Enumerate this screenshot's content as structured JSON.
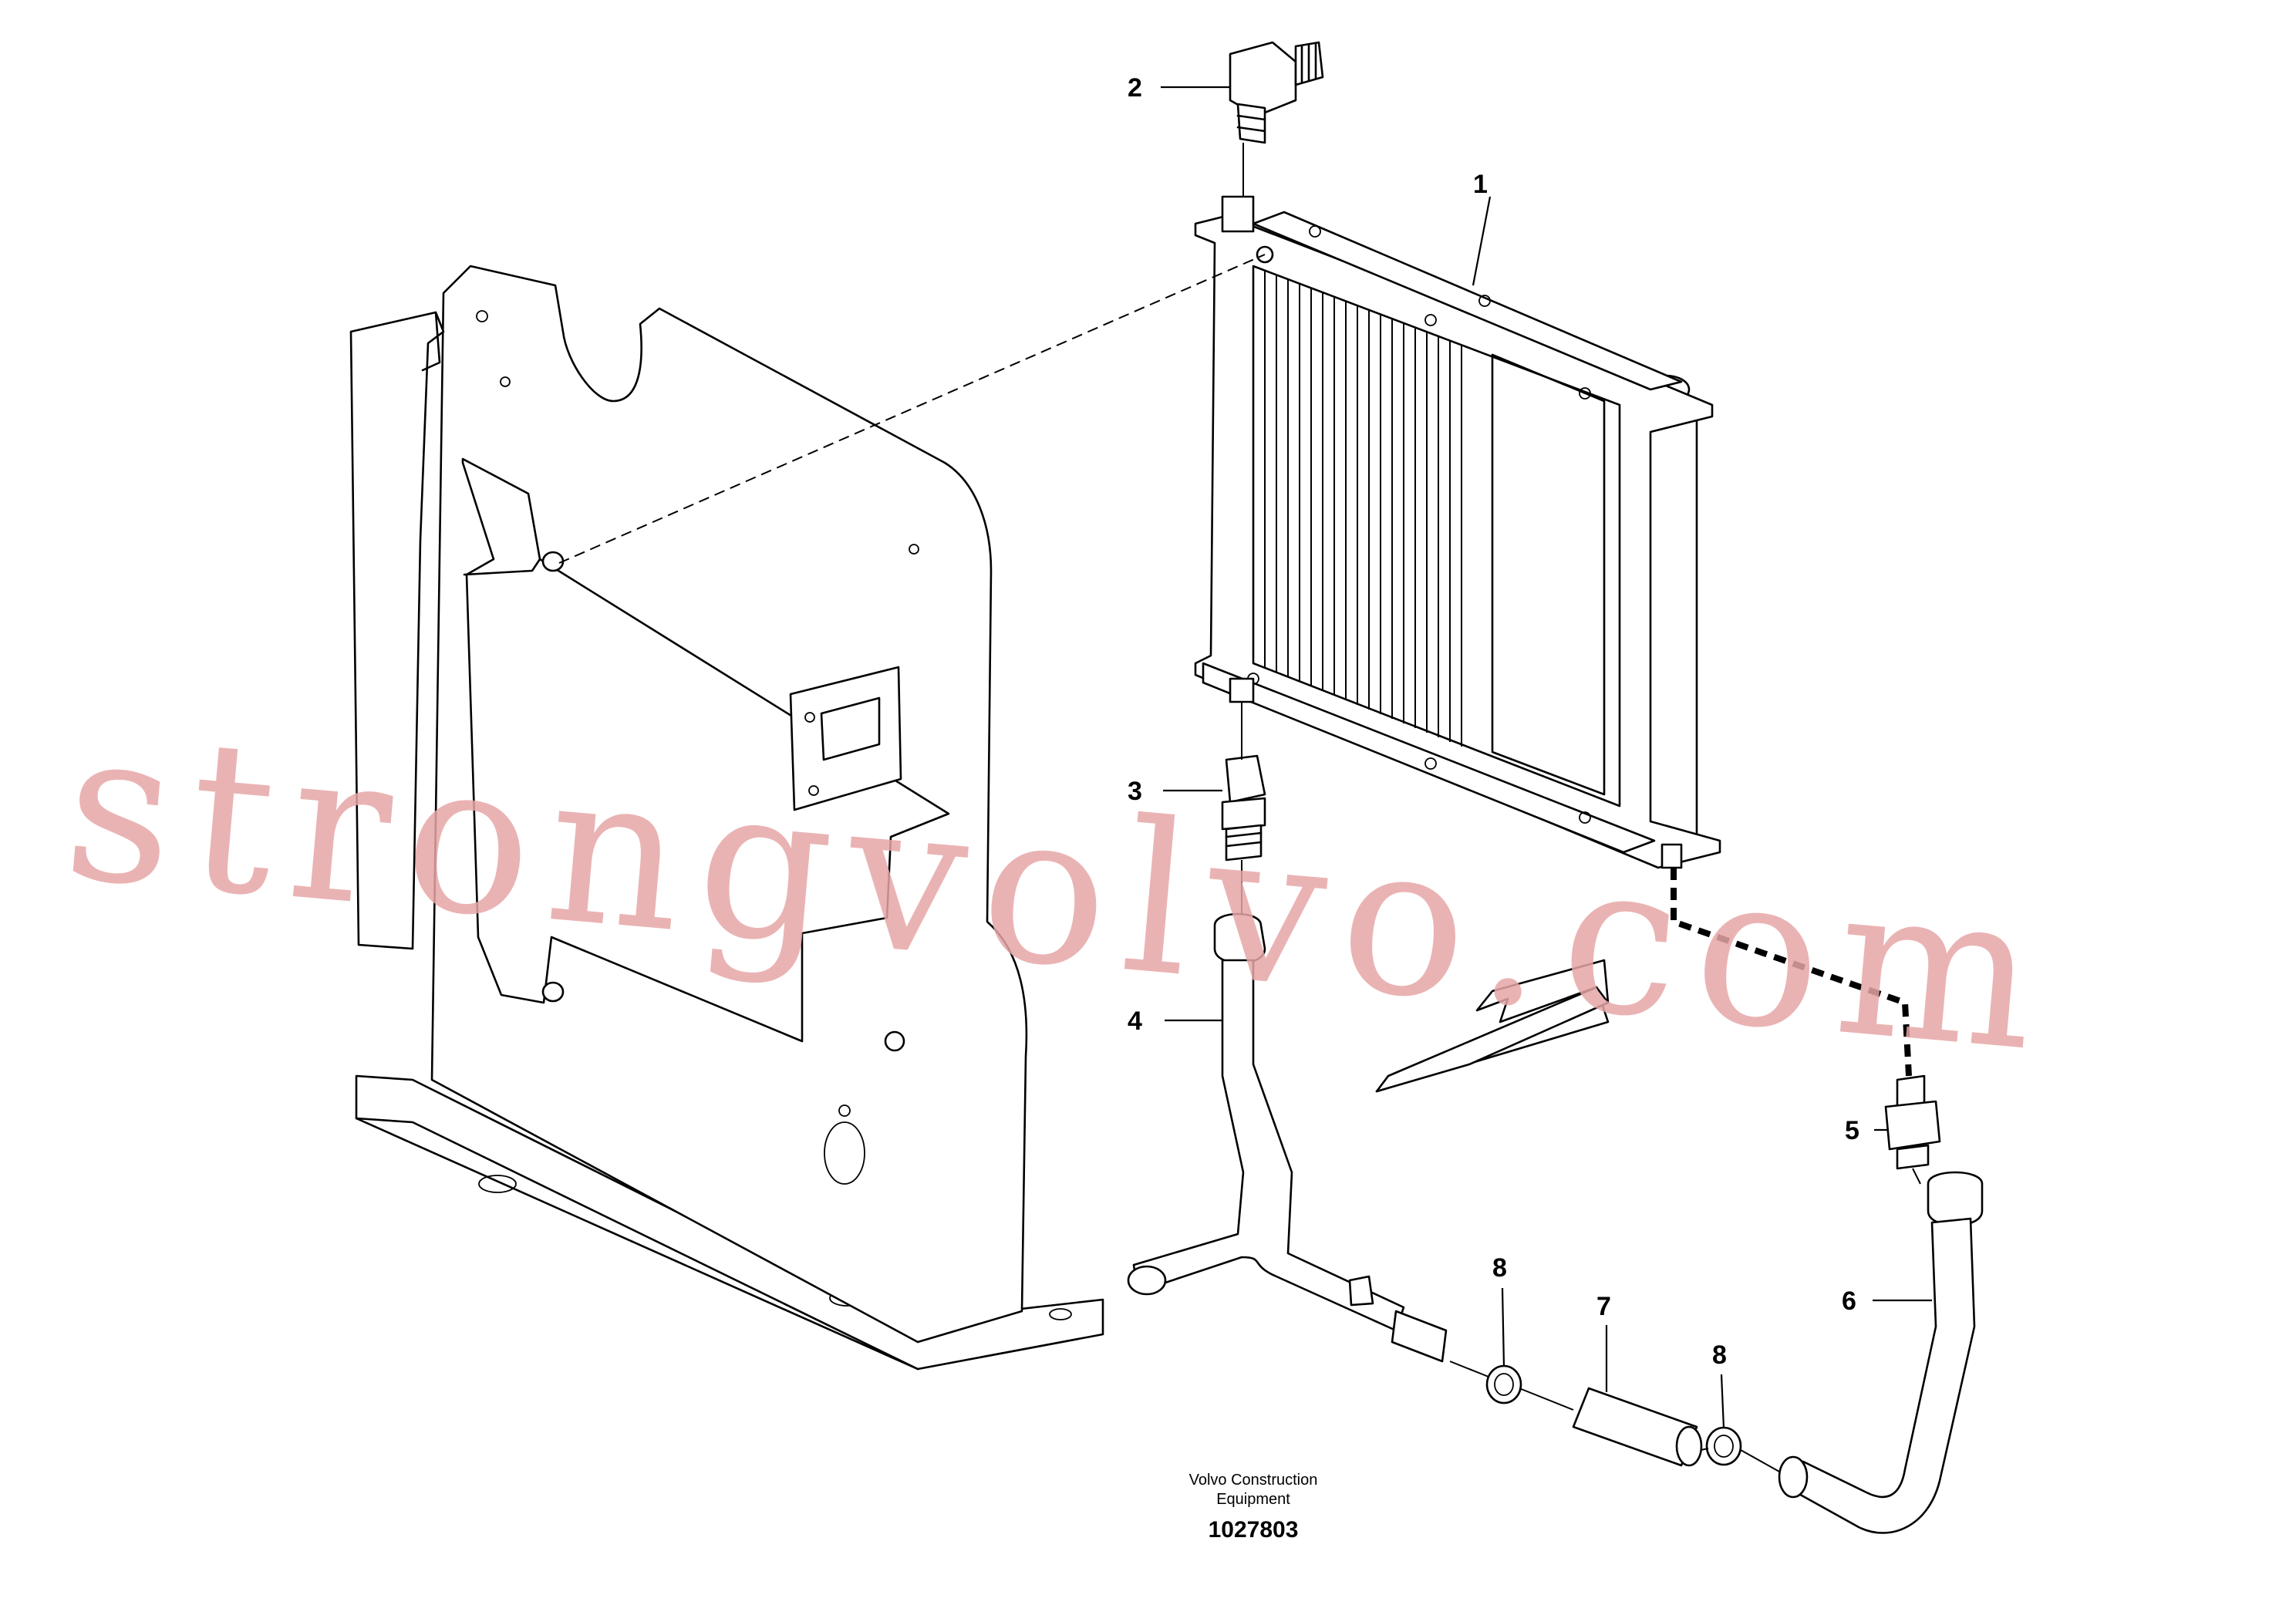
{
  "watermark": "strongvolvo.com",
  "caption": {
    "line1": "Volvo Construction",
    "line2": "Equipment",
    "code": "1027803"
  },
  "callouts": {
    "c1": "1",
    "c2": "2",
    "c3": "3",
    "c4": "4",
    "c5": "5",
    "c6": "6",
    "c7": "7",
    "c8a": "8",
    "c8b": "8"
  }
}
